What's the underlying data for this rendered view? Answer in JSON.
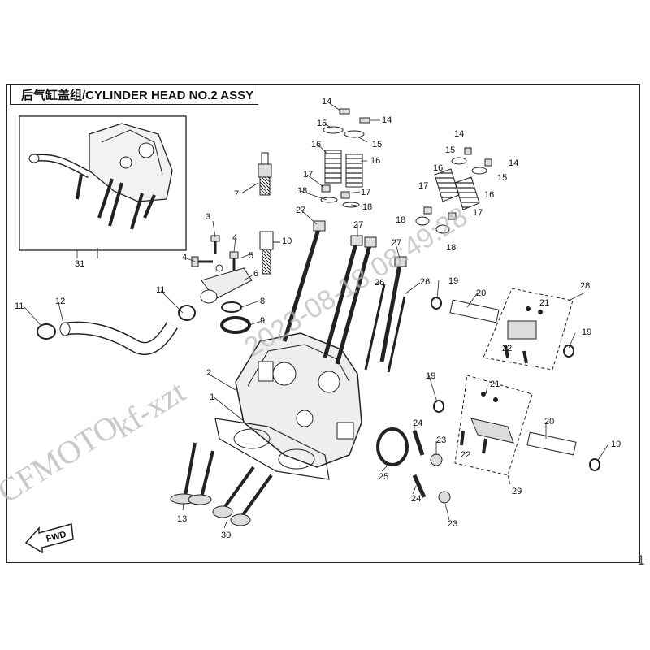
{
  "title": "后气缸盖组/CYLINDER HEAD NO.2  ASSY",
  "fwd_label": "FWD",
  "page_number": "1",
  "watermark": {
    "brand": "CFMOTO",
    "user": "kf-xzt",
    "timestamp": "2023-08-18 08:49:28"
  },
  "callouts": [
    "1",
    "2",
    "3",
    "4",
    "4",
    "5",
    "6",
    "7",
    "8",
    "9",
    "10",
    "11",
    "11",
    "12",
    "13",
    "14",
    "14",
    "14",
    "14",
    "15",
    "15",
    "15",
    "15",
    "16",
    "16",
    "16",
    "16",
    "17",
    "17",
    "17",
    "17",
    "18",
    "18",
    "18",
    "18",
    "19",
    "19",
    "19",
    "19",
    "20",
    "20",
    "21",
    "21",
    "22",
    "22",
    "23",
    "23",
    "24",
    "24",
    "25",
    "26",
    "26",
    "27",
    "27",
    "27",
    "28",
    "29",
    "30",
    "31"
  ]
}
